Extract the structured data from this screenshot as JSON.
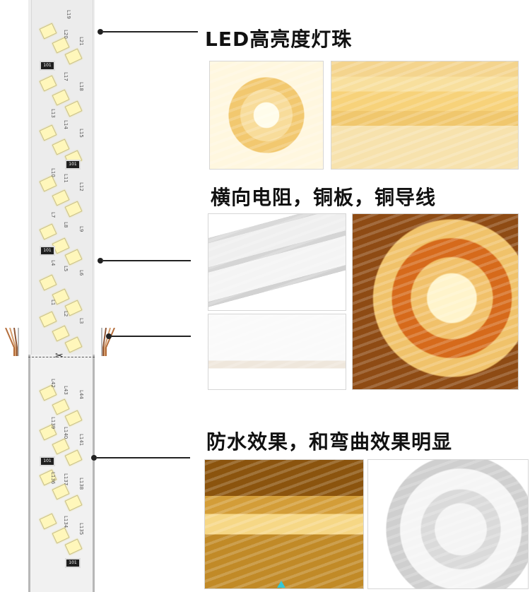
{
  "headings": {
    "title1": "LED高亮度灯珠",
    "title2": "横向电阻，铜板，铜导线",
    "title3": "防水效果，和弯曲效果明显"
  },
  "strip_labels": {
    "chip_101": "101",
    "labels": [
      "L19",
      "L20",
      "L21",
      "L17",
      "L18",
      "L13",
      "L14",
      "L15",
      "L10",
      "L11",
      "L12",
      "L7",
      "L8",
      "L9",
      "L4",
      "L5",
      "L6",
      "L1",
      "L2",
      "L3",
      "L42",
      "L43",
      "L44",
      "L139",
      "L140",
      "L141",
      "L136",
      "L137",
      "L138",
      "L134",
      "L135"
    ]
  }
}
